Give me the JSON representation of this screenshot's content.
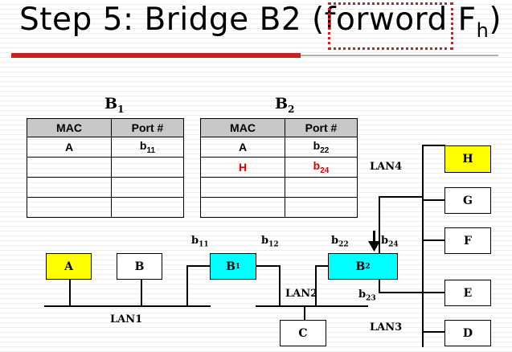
{
  "title": {
    "prefix": "Step 5:  Bridge B2 (",
    "boxed": "forword",
    "suffix": " F",
    "sub": "h",
    "close": ")"
  },
  "tables": [
    {
      "name": "B",
      "sub": "1",
      "headers": [
        "MAC",
        "Port #"
      ],
      "rows": [
        {
          "mac": "A",
          "port": "b",
          "port_sub": "11"
        },
        {
          "mac": "",
          "port": "",
          "port_sub": ""
        },
        {
          "mac": "",
          "port": "",
          "port_sub": ""
        },
        {
          "mac": "",
          "port": "",
          "port_sub": ""
        }
      ]
    },
    {
      "name": "B",
      "sub": "2",
      "headers": [
        "MAC",
        "Port #"
      ],
      "rows": [
        {
          "mac": "A",
          "port": "b",
          "port_sub": "22"
        },
        {
          "mac": "H",
          "port": "b",
          "port_sub": "24"
        },
        {
          "mac": "",
          "port": "",
          "port_sub": ""
        },
        {
          "mac": "",
          "port": "",
          "port_sub": ""
        }
      ]
    }
  ],
  "hosts": {
    "A": "A",
    "B": "B",
    "C": "C",
    "D": "D",
    "E": "E",
    "F": "F",
    "G": "G",
    "H": "H"
  },
  "bridges": {
    "b1": {
      "name": "B",
      "sub": "1"
    },
    "b2": {
      "name": "B",
      "sub": "2"
    }
  },
  "ports": {
    "b11": {
      "name": "b",
      "sub": "11"
    },
    "b12": {
      "name": "b",
      "sub": "12"
    },
    "b22": {
      "name": "b",
      "sub": "22"
    },
    "b23": {
      "name": "b",
      "sub": "23"
    },
    "b24": {
      "name": "b",
      "sub": "24"
    }
  },
  "lans": {
    "lan1": "LAN1",
    "lan2": "LAN2",
    "lan3": "LAN3",
    "lan4": "LAN4"
  },
  "colors": {
    "accent_red": "#cc1f1f",
    "highlight_host": "#ffff00",
    "bridge_fill": "#00ffff",
    "learned_entry": "#e00000"
  }
}
